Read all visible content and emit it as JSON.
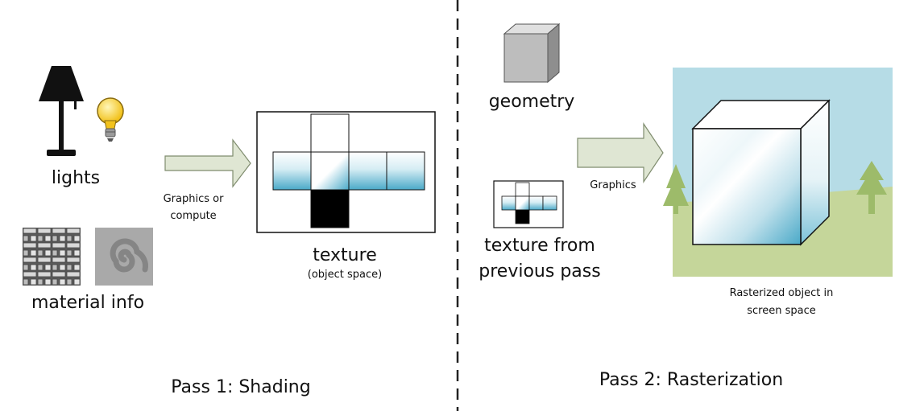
{
  "labels": {
    "lights": "lights",
    "material_info": "material info",
    "arrow1": "Graphics or\ncompute",
    "texture": "texture",
    "texture_sub": "(object space)",
    "pass1": "Pass 1: Shading",
    "geometry": "geometry",
    "texture_prev": "texture from\nprevious pass",
    "arrow2": "Graphics",
    "rasterized": "Rasterized object in\nscreen space",
    "pass2": "Pass 2: Rasterization"
  },
  "colors": {
    "arrow_fill": "#dfe6d3",
    "arrow_stroke": "#7f8c6e",
    "sky": "#b6dce6",
    "grass": "#c5d69a",
    "tree": "#9dbb6a",
    "cube_blue": "#4aa9c8",
    "lamp": "#111111",
    "bulb": "#f5d23a"
  },
  "icons": [
    "lamp-icon",
    "lightbulb-icon",
    "weave-texture-icon",
    "swirl-texture-icon",
    "gray-cube-icon",
    "tree-icon"
  ]
}
